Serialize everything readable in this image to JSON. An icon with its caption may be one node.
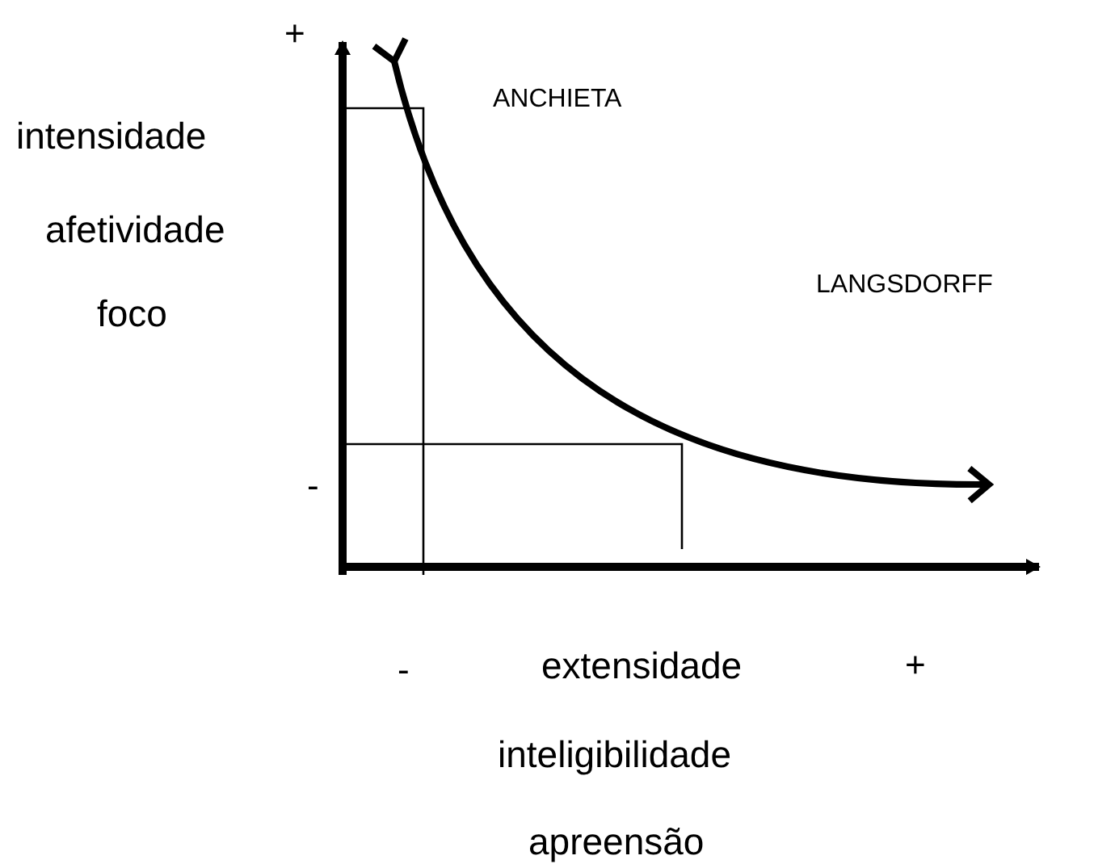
{
  "diagram": {
    "labels": [
      "+",
      "intensidade",
      "ANCHIETA",
      "afetividade",
      "foco",
      "LANGSDORFF",
      "-",
      "-",
      "extensidade",
      "+",
      "inteligibilidade",
      "apreensão"
    ]
  }
}
